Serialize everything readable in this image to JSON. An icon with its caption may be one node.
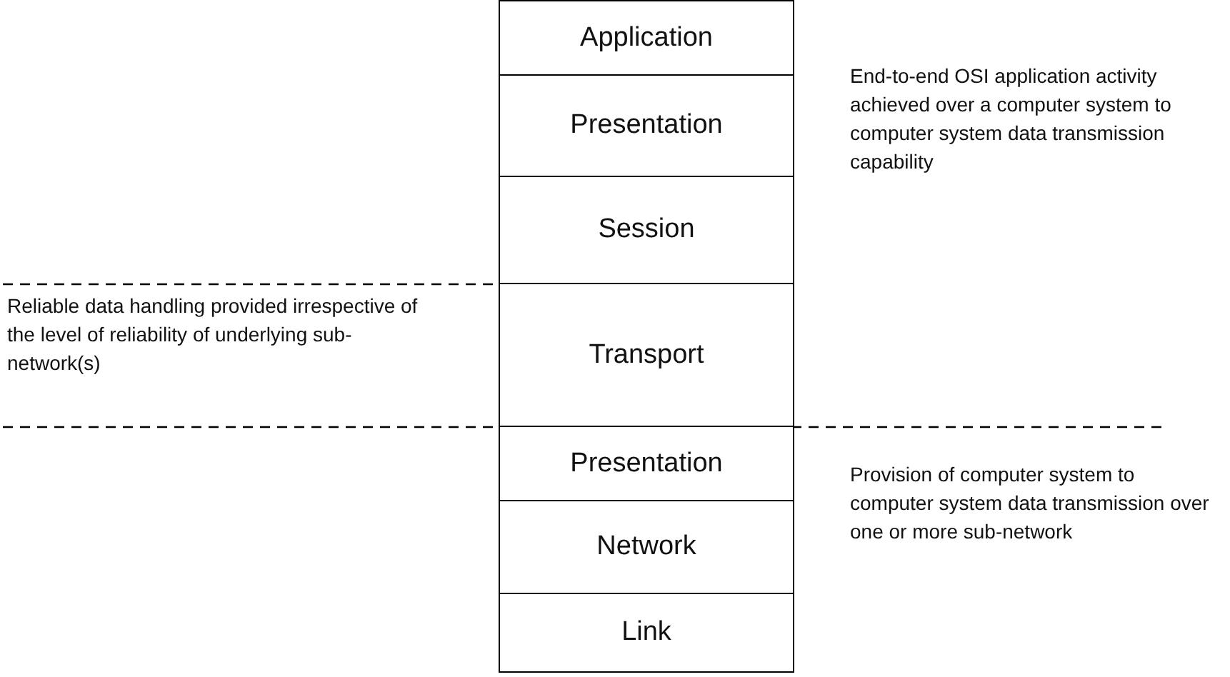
{
  "diagram": {
    "nodes": [
      {
        "text": [
          "Application"
        ]
      },
      {
        "text": [
          "Presentation"
        ]
      },
      {
        "text": [
          "Session"
        ]
      },
      {
        "text": [
          "Transport"
        ]
      },
      {
        "text": [
          "Presentation"
        ]
      },
      {
        "text": [
          "Network"
        ]
      },
      {
        "text": [
          "Link"
        ]
      }
    ],
    "edges": [],
    "labels": [
      "End-to-end OSI application activity achieved over a computer system to computer system data transmission capability",
      "Reliable data handling provided irrespective of the level of reliability of underlying sub-network(s)",
      "Provision of computer system to computer system data transmission over one or more sub-network"
    ]
  }
}
